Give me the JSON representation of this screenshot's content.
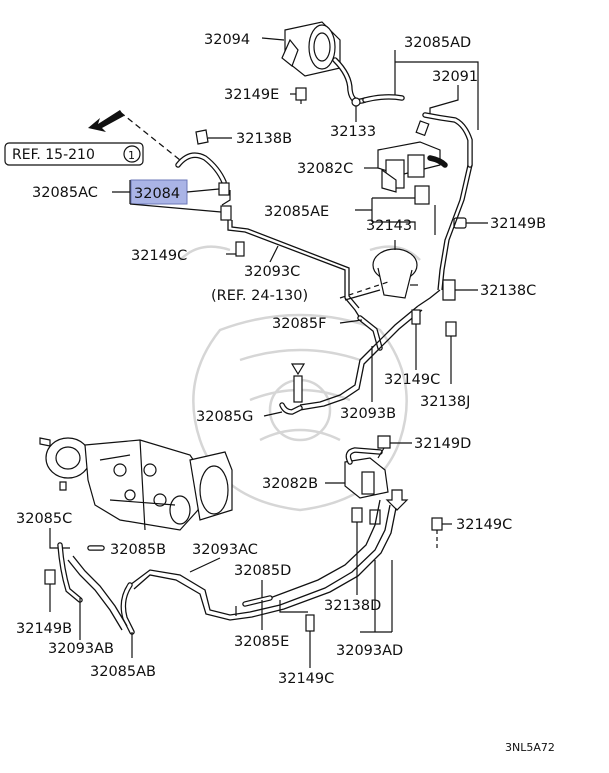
{
  "labels": {
    "l32094": "32094",
    "l32085AD": "32085AD",
    "l32091": "32091",
    "l32149E": "32149E",
    "l32133": "32133",
    "l32138B": "32138B",
    "l32082C": "32082C",
    "l32085AC": "32085AC",
    "l32084": "32084",
    "l32085AE": "32085AE",
    "l32143": "32143",
    "l32149B_top": "32149B",
    "l32149C_a": "32149C",
    "l32093C": "32093C",
    "l32138C": "32138C",
    "l32085F": "32085F",
    "l32149C_b": "32149C",
    "l32138J": "32138J",
    "l32085G": "32085G",
    "l32093B": "32093B",
    "l32149D": "32149D",
    "l32082B": "32082B",
    "l32085C": "32085C",
    "l32149C_c": "32149C",
    "l32085B": "32085B",
    "l32093AC": "32093AC",
    "l32085D": "32085D",
    "l32138D": "32138D",
    "l32149B_bot": "32149B",
    "l32093AB": "32093AB",
    "l32085E": "32085E",
    "l32093AD": "32093AD",
    "l32085AB": "32085AB",
    "l32149C_d": "32149C"
  },
  "refs": {
    "ref_1": "REF. 15-210",
    "ref_1_circle": "1",
    "ref_2": "(REF. 24-130)"
  },
  "diagram_code": "3NL5A72",
  "highlight_color": "#aab4e6"
}
